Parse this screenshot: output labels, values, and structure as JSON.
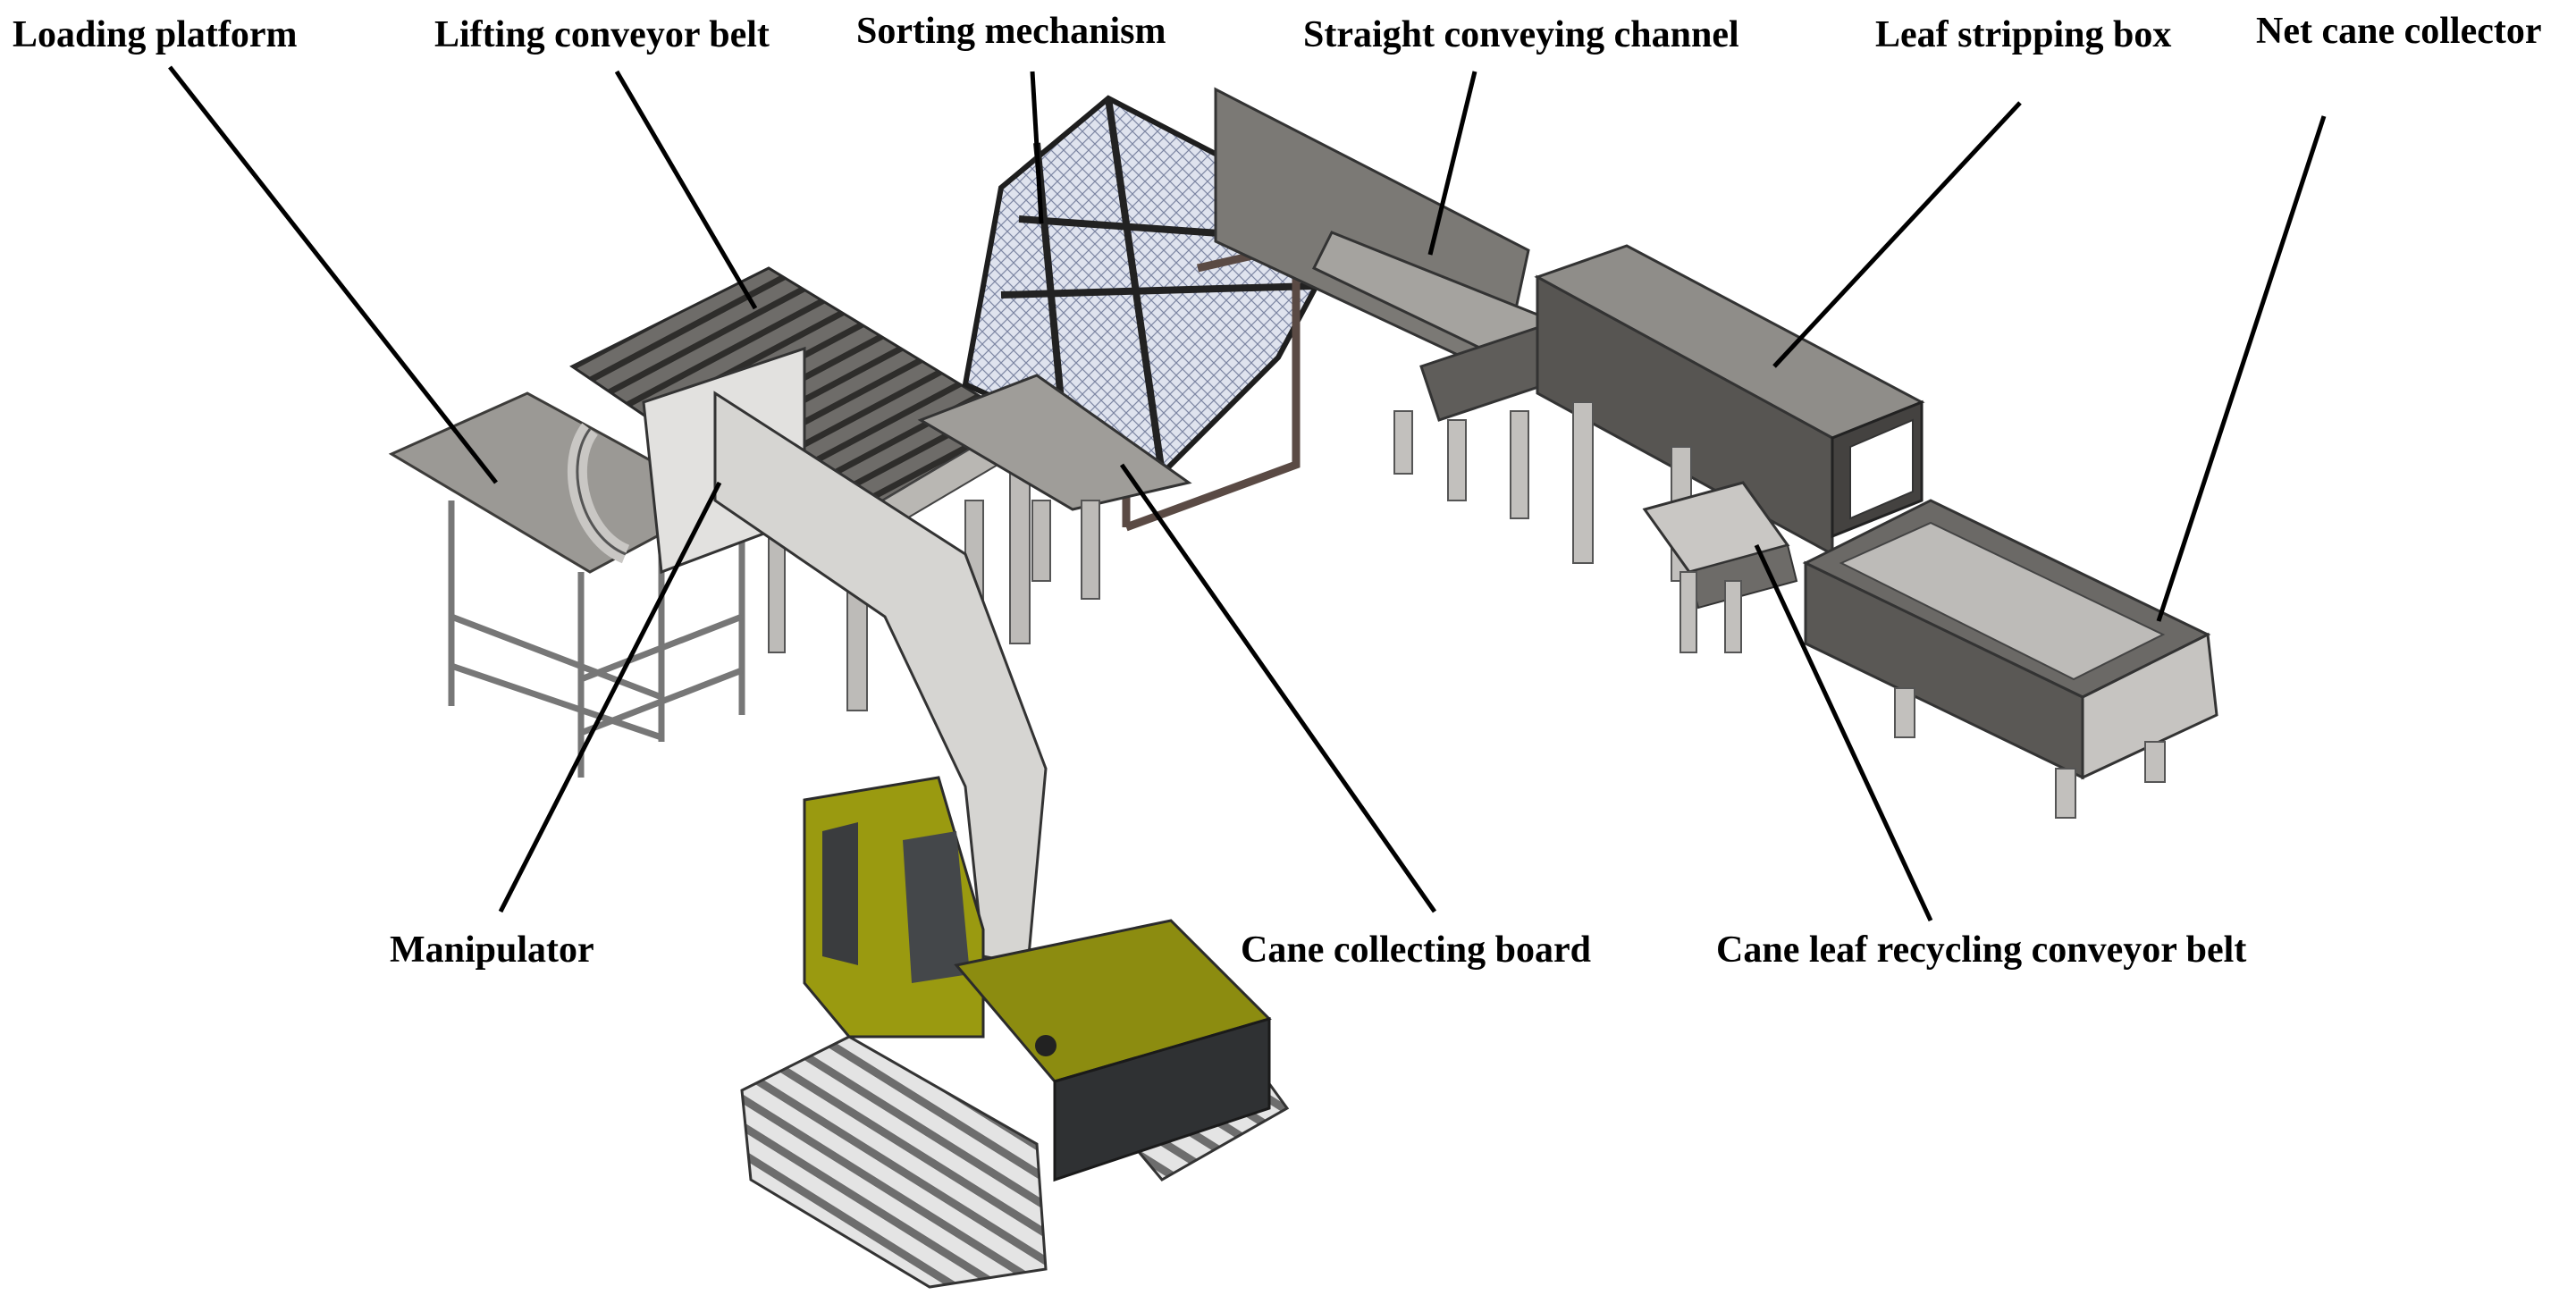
{
  "labels": {
    "loading_platform": "Loading platform",
    "lifting_conveyor_belt": "Lifting conveyor belt",
    "sorting_mechanism": "Sorting mechanism",
    "straight_conveying_channel": "Straight conveying channel",
    "leaf_stripping_box": "Leaf stripping box",
    "net_cane_collector": "Net cane collector",
    "manipulator": "Manipulator",
    "cane_collecting_board": "Cane collecting board",
    "cane_leaf_recycling_conveyor_belt": "Cane leaf recycling conveyor belt"
  },
  "colors": {
    "steel_light": "#c9c7c4",
    "steel_mid": "#8c8a87",
    "steel_dark": "#55534f",
    "excavator_yellow": "#9a9a10",
    "excavator_dark": "#2f3133",
    "frame_brown": "#5a4a44",
    "mesh_blue": "#b8c0d8"
  }
}
